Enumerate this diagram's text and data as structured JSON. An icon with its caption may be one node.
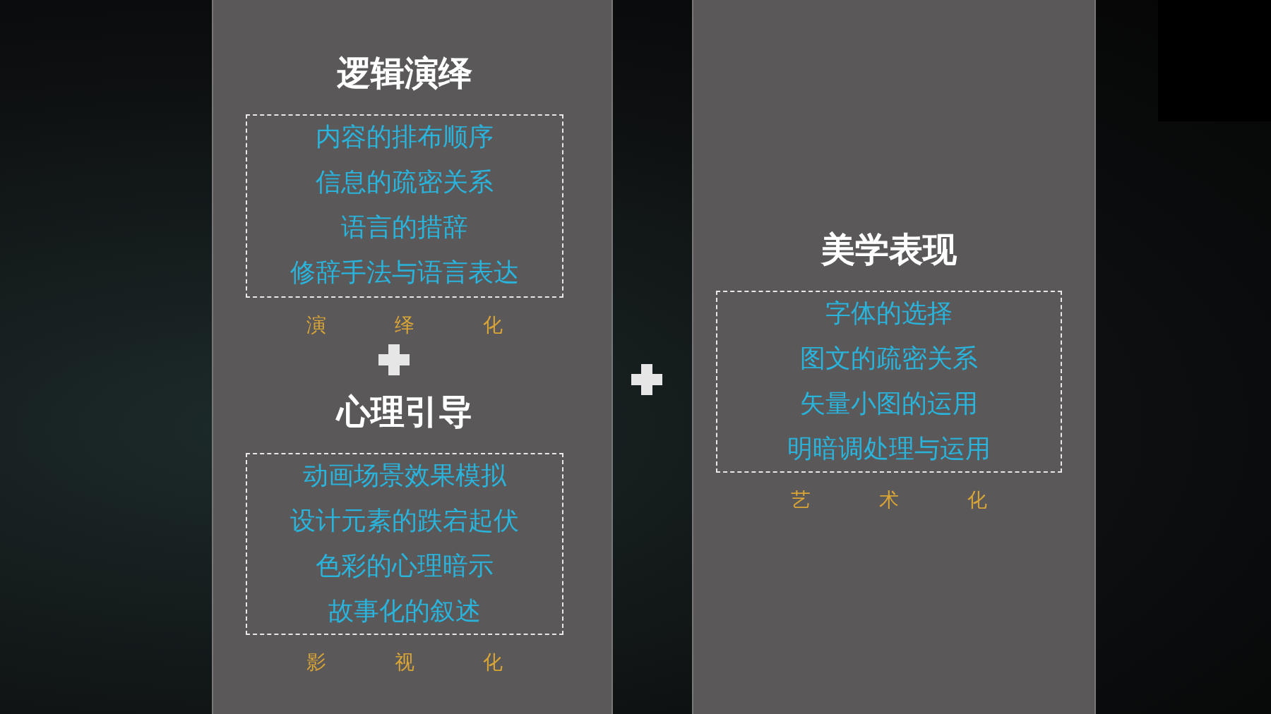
{
  "diagram": {
    "nodes": [
      {
        "text": [],
        "shape": "box"
      },
      {
        "text": [
          "逻辑演绎",
          "内容的排布顺序",
          "信息的疏密关系",
          "语言的措辞",
          "修辞手法与语言表达"
        ],
        "beside": [
          "演 绎 化"
        ],
        "in": 0
      },
      {
        "text": [
          "心理引导",
          "动画场景效果模拟",
          "设计元素的跌宕起伏",
          "色彩的心理暗示",
          "故事化的叙述"
        ],
        "beside": [
          "影 视 化"
        ],
        "in": 0
      },
      {
        "text": [],
        "shape": "box"
      },
      {
        "text": [
          "美学表现",
          "字体的选择",
          "图文的疏密关系",
          "矢量小图的运用",
          "明暗调处理与运用"
        ],
        "beside": [
          "艺 术 化"
        ],
        "in": 3
      },
      {
        "text": [],
        "shape": "box"
      }
    ],
    "edges": []
  }
}
